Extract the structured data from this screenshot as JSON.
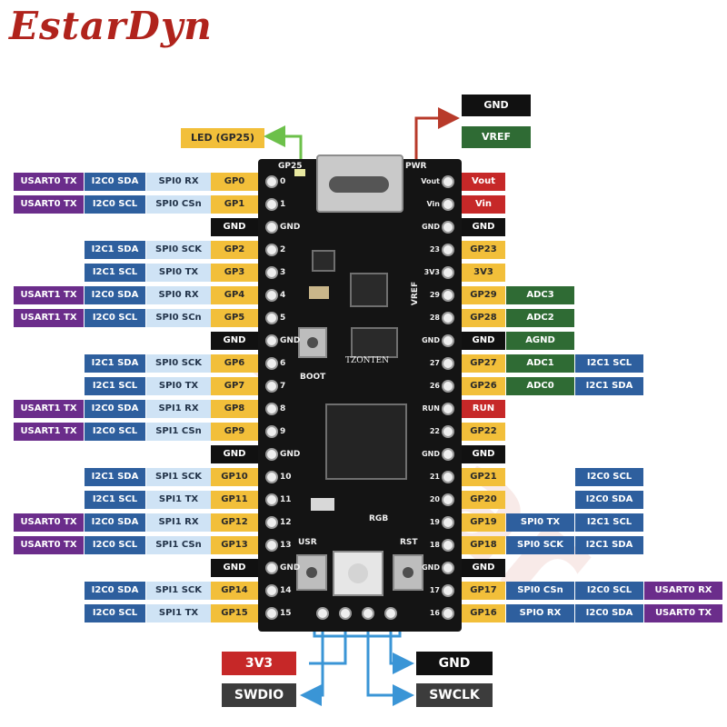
{
  "brand": "EstarDyn",
  "colors": {
    "usart": "#6b2d8b",
    "i2c": "#2e5f9e",
    "spi": "#cfe3f5",
    "gpio": "#f2bf3a",
    "gnd": "#111111",
    "power": "#c62828",
    "adc": "#2f6b34",
    "arrow_blue": "#3a95d6",
    "arrow_green": "#6cc04a",
    "arrow_red": "#b83a2a"
  },
  "top": {
    "gnd": "GND",
    "vref": "VREF"
  },
  "led": "LED (GP25)",
  "left_rows": [
    {
      "usart": "USART0 TX",
      "i2c": "I2C0 SDA",
      "spi": "SPI0 RX",
      "gp": "GP0"
    },
    {
      "usart": "USART0 TX",
      "i2c": "I2C0 SCL",
      "spi": "SPI0 CSn",
      "gp": "GP1"
    },
    {
      "gnd": "GND"
    },
    {
      "i2c": "I2C1 SDA",
      "spi": "SPI0 SCK",
      "gp": "GP2"
    },
    {
      "i2c": "I2C1 SCL",
      "spi": "SPI0 TX",
      "gp": "GP3"
    },
    {
      "usart": "USART1 TX",
      "i2c": "I2C0 SDA",
      "spi": "SPI0 RX",
      "gp": "GP4"
    },
    {
      "usart": "USART1 TX",
      "i2c": "I2C0 SCL",
      "spi": "SPI0 SCn",
      "gp": "GP5"
    },
    {
      "gnd": "GND"
    },
    {
      "i2c": "I2C1 SDA",
      "spi": "SPI0 SCK",
      "gp": "GP6"
    },
    {
      "i2c": "I2C1 SCL",
      "spi": "SPI0 TX",
      "gp": "GP7"
    },
    {
      "usart": "USART1 TX",
      "i2c": "I2C0 SDA",
      "spi": "SPI1 RX",
      "gp": "GP8"
    },
    {
      "usart": "USART1 TX",
      "i2c": "I2C0 SCL",
      "spi": "SPI1 CSn",
      "gp": "GP9"
    },
    {
      "gnd": "GND"
    },
    {
      "i2c": "I2C1 SDA",
      "spi": "SPI1 SCK",
      "gp": "GP10"
    },
    {
      "i2c": "I2C1 SCL",
      "spi": "SPI1 TX",
      "gp": "GP11"
    },
    {
      "usart": "USART0 TX",
      "i2c": "I2C0 SDA",
      "spi": "SPI1 RX",
      "gp": "GP12"
    },
    {
      "usart": "USART0 TX",
      "i2c": "I2C0 SCL",
      "spi": "SPI1 CSn",
      "gp": "GP13"
    },
    {
      "gnd": "GND"
    },
    {
      "i2c": "I2C0 SDA",
      "spi": "SPI1 SCK",
      "gp": "GP14"
    },
    {
      "i2c": "I2C0 SCL",
      "spi": "SPI1 TX",
      "gp": "GP15"
    }
  ],
  "right_rows": [
    {
      "pwr": "Vout"
    },
    {
      "pwr": "Vin"
    },
    {
      "gnd": "GND"
    },
    {
      "gp": "GP23"
    },
    {
      "gp": "3V3"
    },
    {
      "gp": "GP29",
      "a": "ADC3"
    },
    {
      "gp": "GP28",
      "a": "ADC2"
    },
    {
      "gnd": "GND",
      "a": "AGND"
    },
    {
      "gp": "GP27",
      "a": "ADC1",
      "b": "I2C1 SCL"
    },
    {
      "gp": "GP26",
      "a": "ADC0",
      "b": "I2C1 SDA"
    },
    {
      "run": "RUN"
    },
    {
      "gp": "GP22"
    },
    {
      "gnd": "GND"
    },
    {
      "gp": "GP21",
      "b": "I2C0 SCL"
    },
    {
      "gp": "GP20",
      "b": "I2C0 SDA"
    },
    {
      "gp": "GP19",
      "a2": "SPI0 TX",
      "b": "I2C1 SCL"
    },
    {
      "gp": "GP18",
      "a2": "SPI0 SCK",
      "b": "I2C1 SDA"
    },
    {
      "gnd": "GND"
    },
    {
      "gp": "GP17",
      "a2": "SPI0 CSn",
      "b": "I2C0 SCL",
      "c": "USART0 RX"
    },
    {
      "gp": "GP16",
      "a2": "SPIO RX",
      "b": "I2C0 SDA",
      "c": "USART0 TX"
    }
  ],
  "board": {
    "left_silk": [
      "0",
      "1",
      "GND",
      "2",
      "3",
      "4",
      "5",
      "GND",
      "6",
      "7",
      "8",
      "9",
      "GND",
      "10",
      "11",
      "12",
      "13",
      "GND",
      "14",
      "15"
    ],
    "right_silk": [
      "Vout",
      "Vin",
      "GND",
      "23",
      "3V3",
      "29",
      "28",
      "GND",
      "27",
      "26",
      "RUN",
      "22",
      "GND",
      "21",
      "20",
      "19",
      "18",
      "GND",
      "17",
      "16"
    ],
    "gp25": "GP25",
    "pwr": "PWR",
    "vref": "VREF",
    "boot": "BOOT",
    "usr": "USR",
    "rst": "RST",
    "rgb": "RGB",
    "brand_silk": "TZONTEN"
  },
  "bottom": {
    "v33": "3V3",
    "swdio": "SWDIO",
    "gnd": "GND",
    "swclk": "SWCLK"
  }
}
